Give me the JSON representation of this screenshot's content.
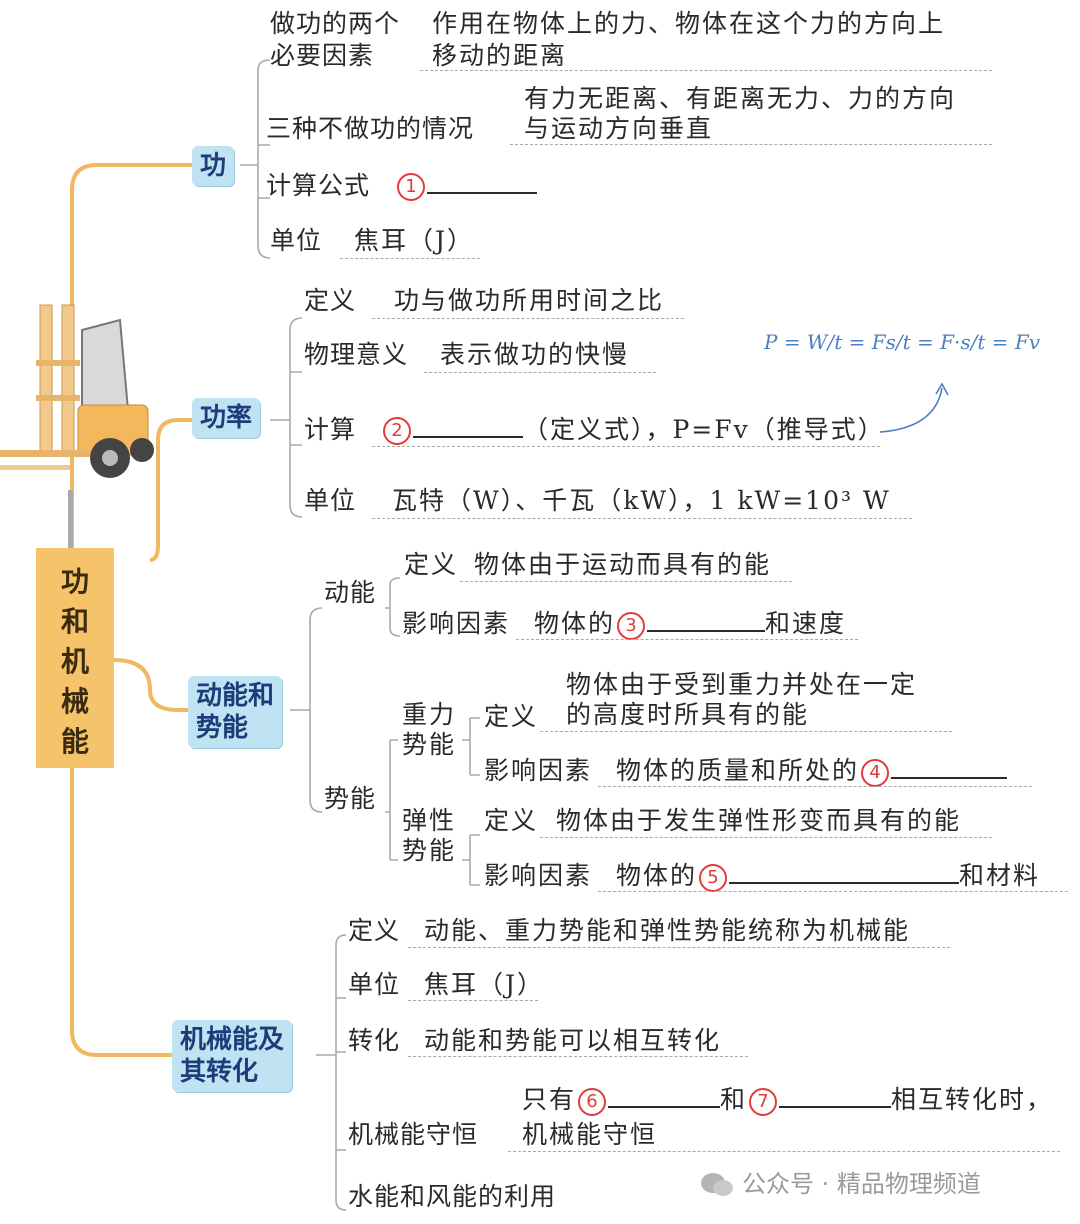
{
  "title": [
    "功",
    "和",
    "机",
    "械",
    "能"
  ],
  "sections": {
    "work": {
      "label": "功",
      "items": {
        "factors_k": "做功的两个\n必要因素",
        "factors_v": "作用在物体上的力、物体在这个力的方向上\n移动的距离",
        "nowork_k": "三种不做功的情况",
        "nowork_v": "有力无距离、有距离无力、力的方向\n与运动方向垂直",
        "formula_k": "计算公式",
        "formula_num": "1",
        "unit_k": "单位",
        "unit_v": "焦耳（J）"
      }
    },
    "power": {
      "label": "功率",
      "items": {
        "def_k": "定义",
        "def_v": "功与做功所用时间之比",
        "meaning_k": "物理意义",
        "meaning_v": "表示做功的快慢",
        "calc_k": "计算",
        "calc_num": "2",
        "calc_v": "（定义式），P=Fv（推导式）",
        "unit_k": "单位",
        "unit_v": "瓦特（W）、千瓦（kW），1 kW=10³ W",
        "formula_note": "P = W/t = Fs/t = F·s/t = Fv"
      }
    },
    "energy": {
      "label": "动能和\n势能",
      "kinetic": {
        "label": "动能",
        "def_k": "定义",
        "def_v": "物体由于运动而具有的能",
        "factor_k": "影响因素",
        "factor_v1": "物体的",
        "factor_num": "3",
        "factor_v2": "和速度"
      },
      "potential": {
        "label": "势能",
        "gravity": {
          "label": "重力\n势能",
          "def_k": "定义",
          "def_v": "物体由于受到重力并处在一定\n的高度时所具有的能",
          "factor_k": "影响因素",
          "factor_v1": "物体的质量和所处的",
          "factor_num": "4"
        },
        "elastic": {
          "label": "弹性\n势能",
          "def_k": "定义",
          "def_v": "物体由于发生弹性形变而具有的能",
          "factor_k": "影响因素",
          "factor_v1": "物体的",
          "factor_num": "5",
          "factor_v2": "和材料"
        }
      }
    },
    "mech": {
      "label": "机械能及\n其转化",
      "def_k": "定义",
      "def_v": "动能、重力势能和弹性势能统称为机械能",
      "unit_k": "单位",
      "unit_v": "焦耳（J）",
      "conv_k": "转化",
      "conv_v": "动能和势能可以相互转化",
      "cons_k": "机械能守恒",
      "cons_v1": "只有",
      "cons_num1": "6",
      "cons_v2": "和",
      "cons_num2": "7",
      "cons_v3": "相互转化时，",
      "cons_v4": "机械能守恒",
      "use_k": "水能和风能的利用"
    }
  },
  "watermark": "公众号 · 精品物理频道",
  "colors": {
    "node_bg": "#bfe3f2",
    "branch": "#f0b860",
    "title_bg": "#f5c46a",
    "marker": "#e23b3b"
  }
}
